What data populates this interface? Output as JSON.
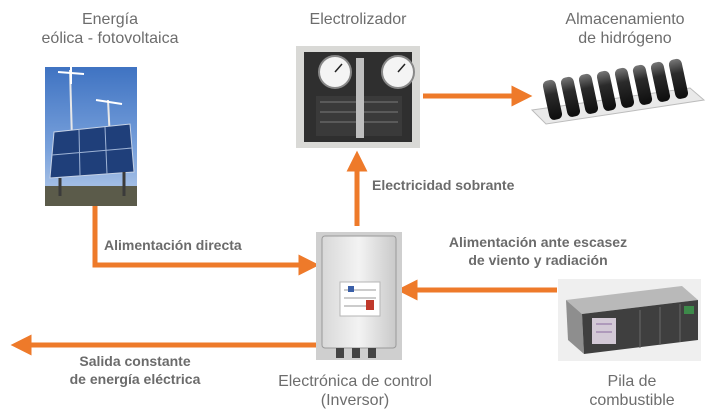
{
  "nodes": {
    "wind_solar": {
      "line1": "Energía",
      "line2": "eólica - fotovoltaica"
    },
    "electrolyzer": {
      "line1": "Electrolizador"
    },
    "storage": {
      "line1": "Almacenamiento",
      "line2": "de hidrógeno"
    },
    "inverter": {
      "line1": "Electrónica de control",
      "line2": "(Inversor)"
    },
    "fuel_cell": {
      "line1": "Pila de",
      "line2": "combustible"
    }
  },
  "flows": {
    "surplus": "Electricidad sobrante",
    "direct": "Alimentación directa",
    "scarcity_line1": "Alimentación ante escasez",
    "scarcity_line2": "de viento y radiación",
    "output_line1": "Salida constante",
    "output_line2": "de energía eléctrica"
  },
  "colors": {
    "arrow": "#ee7a2a",
    "text": "#6d6d6d"
  }
}
